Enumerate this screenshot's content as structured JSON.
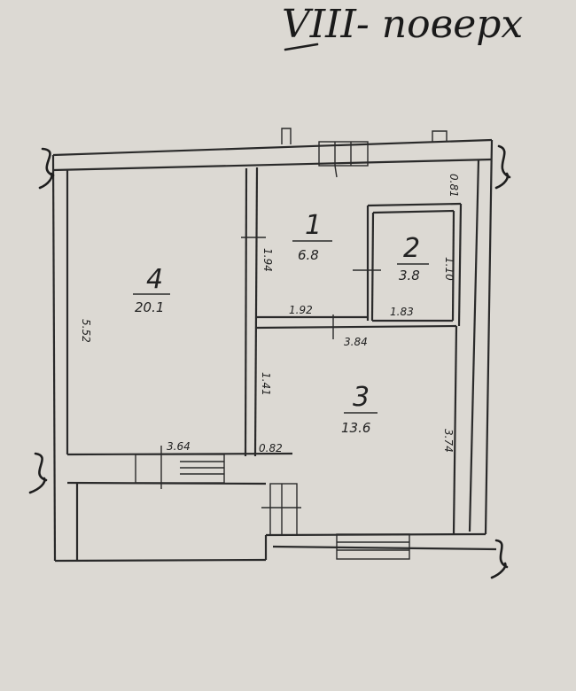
{
  "header": "VIII- поверх",
  "rooms": [
    {
      "number": "1",
      "area": "6.8"
    },
    {
      "number": "2",
      "area": "3.8"
    },
    {
      "number": "3",
      "area": "13.6"
    },
    {
      "number": "4",
      "area": "20.1"
    }
  ],
  "dimensions": {
    "room4_height": "5.52",
    "room4_width": "3.64",
    "room1_height": "1.94",
    "room1_width": "1.92",
    "room2_top": "0.81",
    "room2_height": "1.10",
    "room2_width": "1.83",
    "room3_top_width": "3.84",
    "room3_left": "1.41",
    "room3_height": "3.74",
    "partition": "0.82"
  }
}
